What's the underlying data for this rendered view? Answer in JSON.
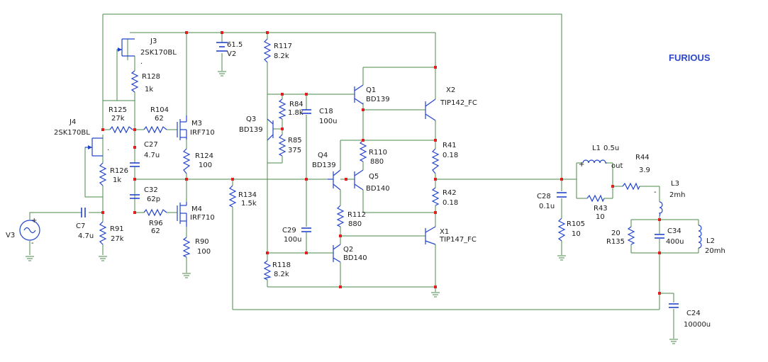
{
  "title": "FURIOUS",
  "labels": {
    "j3_ref": "J3",
    "j3_val": "2SK170BL",
    "j3_dot": ".",
    "j4_ref": "J4",
    "j4_val": "2SK170BL",
    "j4_dot": ".",
    "r128_ref": "R128",
    "r128_val": "1k",
    "r125_ref": "R125",
    "r125_val": "27k",
    "r104_ref": "R104",
    "r104_val": "62",
    "m3_ref": "M3",
    "m3_val": "IRF710",
    "c27_ref": "C27",
    "c27_val": "4.7u",
    "r124_ref": "R124",
    "r124_val": "100",
    "r126_ref": "R126",
    "r126_val": "1k",
    "c32_ref": "C32",
    "c32_val": "62p",
    "m4_ref": "M4",
    "m4_val": "IRF710",
    "r96_ref": "R96",
    "r96_val": "62",
    "r90_ref": "R90",
    "r90_val": "100",
    "c7_ref": "C7",
    "c7_val": "4.7u",
    "r91_ref": "R91",
    "r91_val": "27k",
    "v3_ref": "V3",
    "v2_val": "61.5",
    "v2_ref": "V2",
    "r117_ref": "R117",
    "r117_val": "8.2k",
    "r84_ref": "R84",
    "r84_val": "1.8k",
    "c18_ref": "C18",
    "c18_val": "100u",
    "q3_ref": "Q3",
    "q3_val": "BD139",
    "r85_ref": "R85",
    "r85_val": "375",
    "q1_ref": "Q1",
    "q1_val": "BD139",
    "x2_ref": "X2",
    "x2_val": "TIP142_FC",
    "r41_ref": "R41",
    "r41_val": "0.18",
    "r110_ref": "R110",
    "r110_val": "880",
    "q4_ref": "Q4",
    "q4_val": "BD139",
    "q5_ref": "Q5",
    "q5_val": "BD140",
    "r42_ref": "R42",
    "r42_val": "0.18",
    "r134_ref": "R134",
    "r134_val": "1.5k",
    "r112_ref": "R112",
    "r112_val": "880",
    "c29_ref": "C29",
    "c29_val": "100u",
    "x1_ref": "X1",
    "x1_val": "TIP147_FC",
    "q2_ref": "Q2",
    "q2_val": "BD140",
    "r118_ref": "R118",
    "r118_val": "8.2k",
    "c28_ref": "C28",
    "c28_val": "0.1u",
    "r105_ref": "R105",
    "r105_val": "10",
    "l1_ref": "L1",
    "l1_val": "0.5u",
    "out_lbl": "out",
    "r44_ref": "R44",
    "r44_val": "3.9",
    "r43_ref": "R43",
    "r43_val": "10",
    "l3_ref": "L3",
    "l3_val": "2mh",
    "r135_val": "20",
    "r135_ref": "R135",
    "c34_ref": "C34",
    "c34_val": "400u",
    "l2_ref": "L2",
    "l2_val": "20mh",
    "c24_ref": "C24",
    "c24_val": "10000u",
    "plus": "+",
    "minus": "-"
  },
  "colors": {
    "wire": "#4a8a4a",
    "part": "#2244cc",
    "node": "#e02020",
    "title": "#2f48c8"
  }
}
